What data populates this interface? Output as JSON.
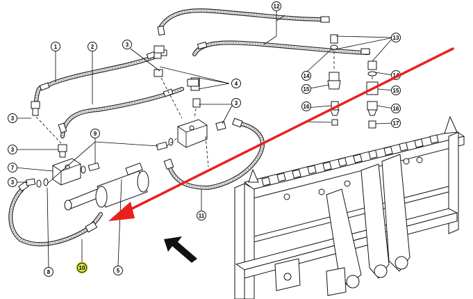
{
  "callouts": [
    {
      "id": "c1",
      "label": "1"
    },
    {
      "id": "c2",
      "label": "2"
    },
    {
      "id": "c3a",
      "label": "3"
    },
    {
      "id": "c3b",
      "label": "3"
    },
    {
      "id": "c3c",
      "label": "3"
    },
    {
      "id": "c3d",
      "label": "3"
    },
    {
      "id": "c3e",
      "label": "3"
    },
    {
      "id": "c4",
      "label": "4"
    },
    {
      "id": "c5",
      "label": "5"
    },
    {
      "id": "c7",
      "label": "7"
    },
    {
      "id": "c8",
      "label": "8"
    },
    {
      "id": "c9",
      "label": "9"
    },
    {
      "id": "c10",
      "label": "10"
    },
    {
      "id": "c11",
      "label": "11"
    },
    {
      "id": "c12",
      "label": "12"
    },
    {
      "id": "c13",
      "label": "13"
    },
    {
      "id": "c14a",
      "label": "14"
    },
    {
      "id": "c14b",
      "label": "14"
    },
    {
      "id": "c15a",
      "label": "15"
    },
    {
      "id": "c15b",
      "label": "15"
    },
    {
      "id": "c16a",
      "label": "16"
    },
    {
      "id": "c16b",
      "label": "16"
    },
    {
      "id": "c17",
      "label": "17"
    }
  ],
  "highlighted_callout": "10",
  "colors": {
    "arrow": "#e8201e",
    "highlight": "#c8d620",
    "line": "#111111"
  }
}
